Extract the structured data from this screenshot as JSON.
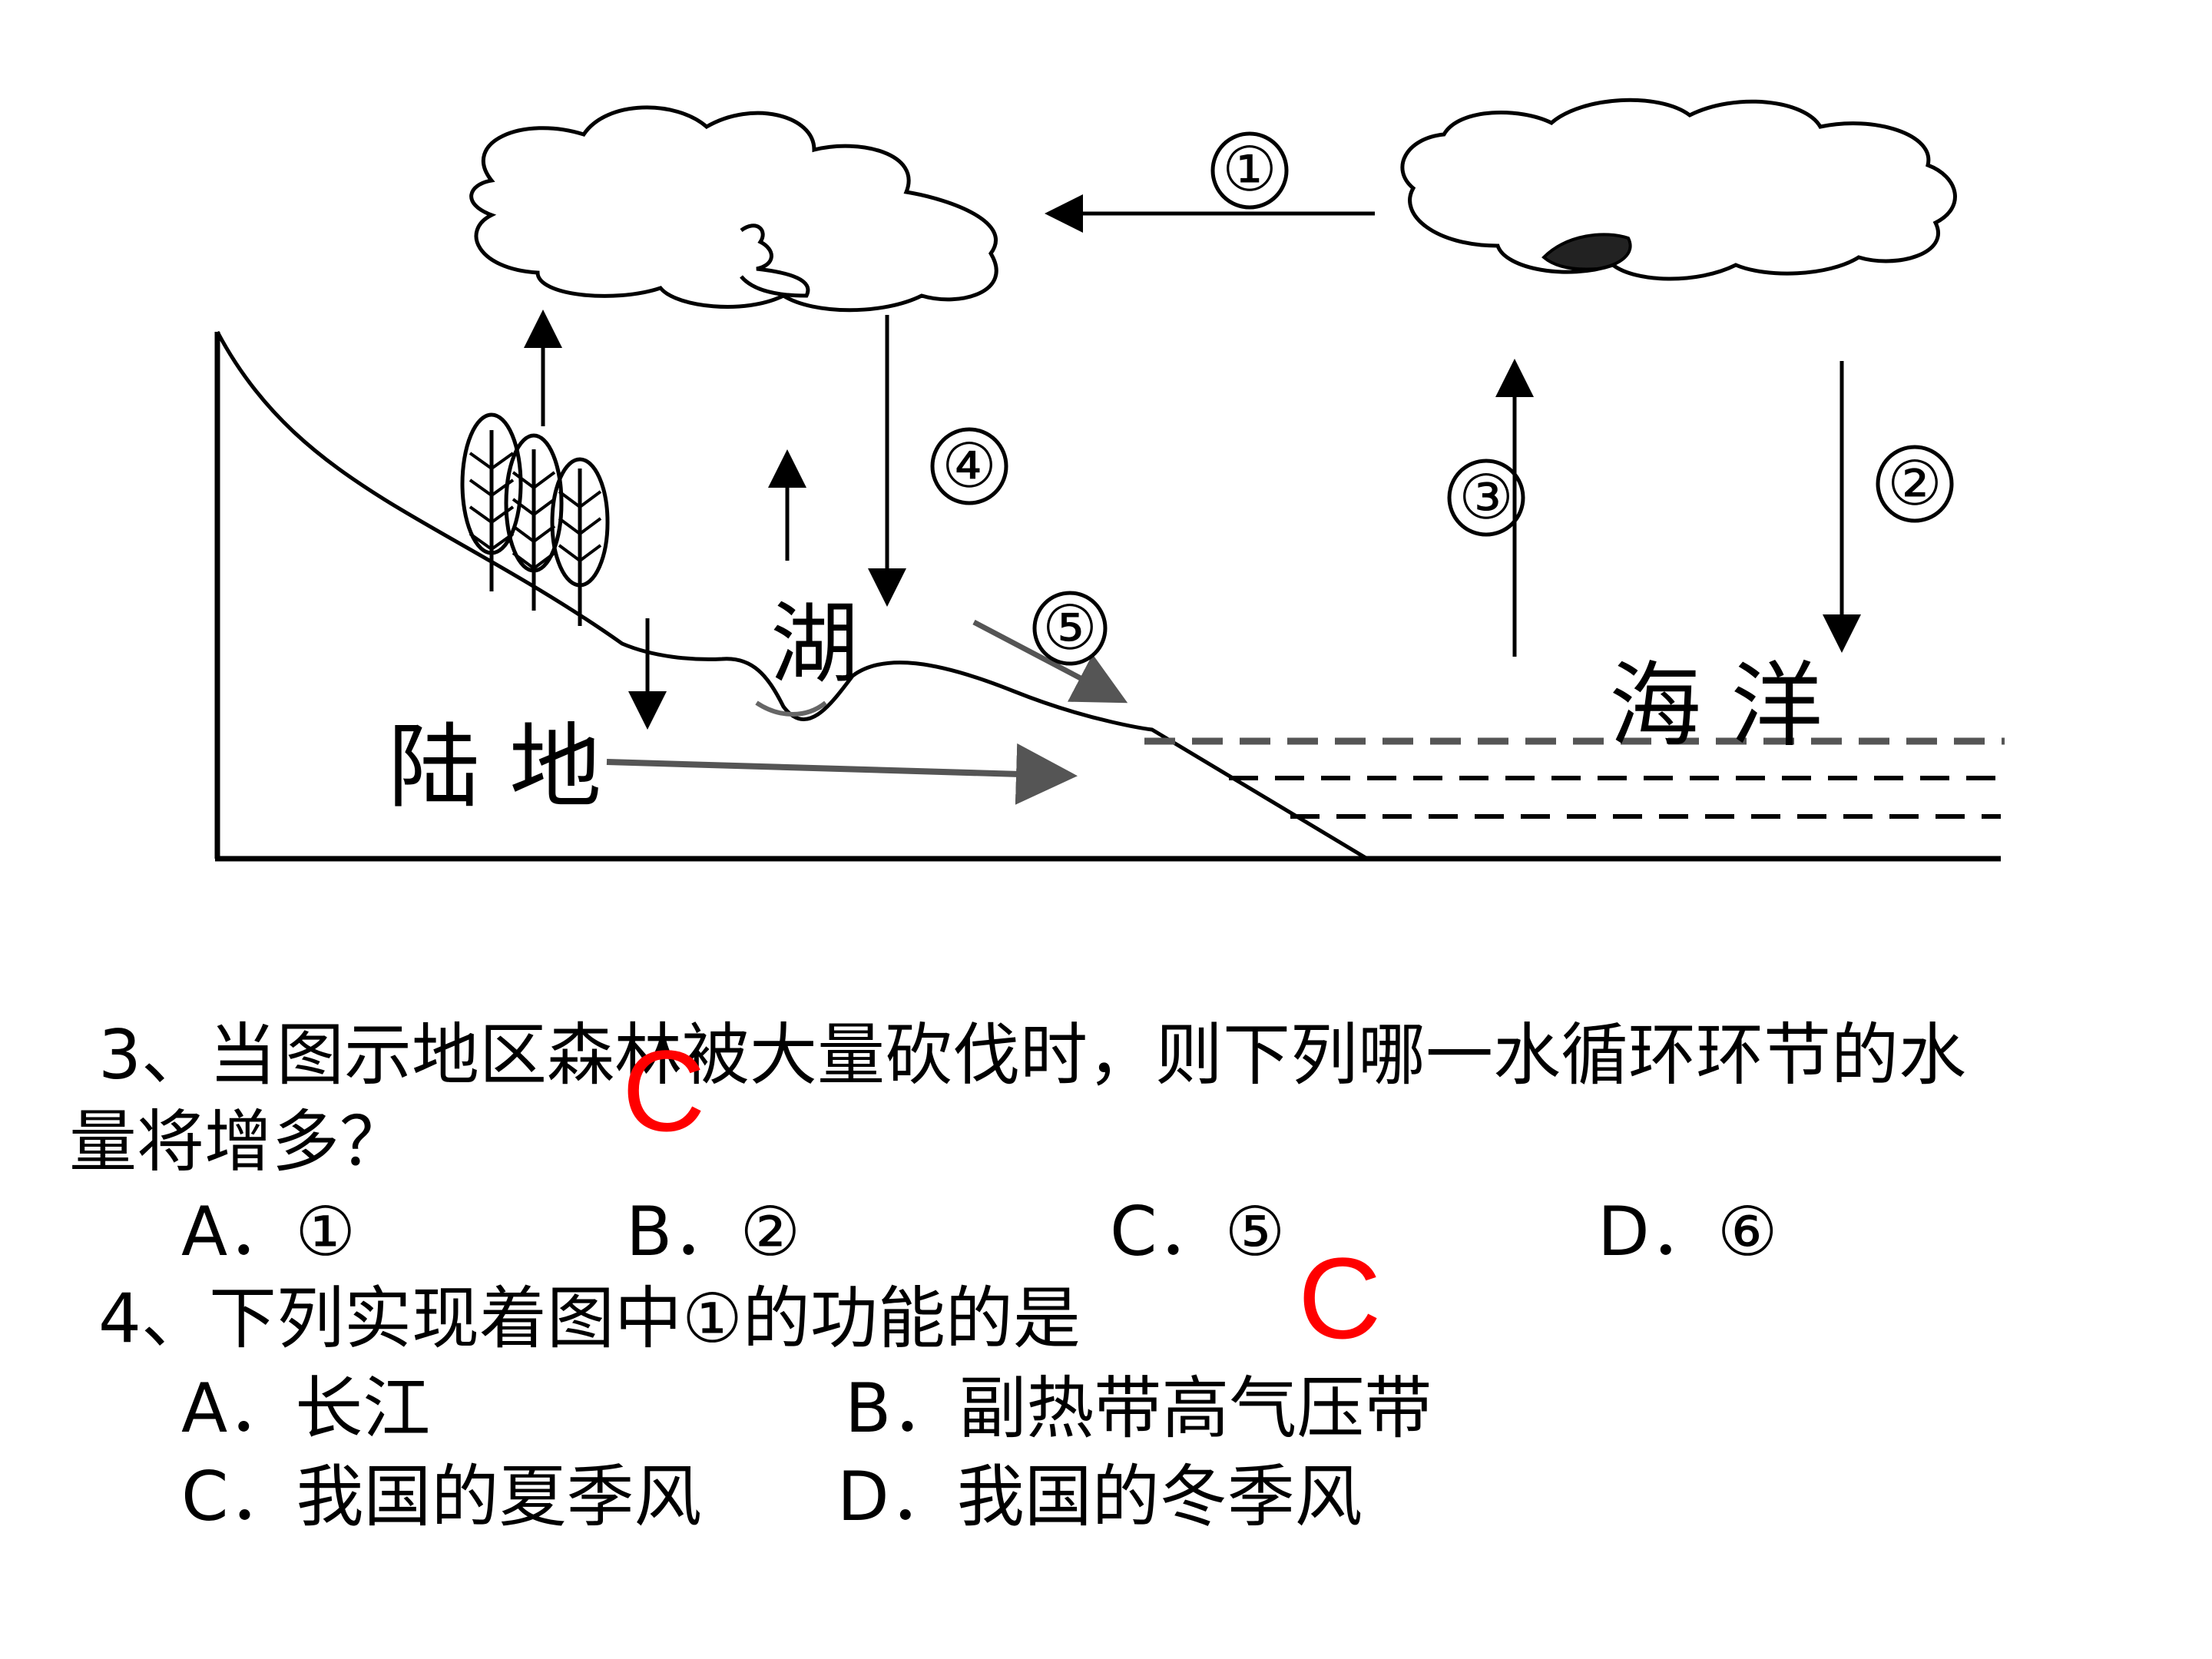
{
  "diagram": {
    "labels": {
      "land": "陆 地",
      "lake": "湖",
      "ocean": "海 洋"
    },
    "arrow_markers": [
      "①",
      "②",
      "③",
      "④",
      "⑤"
    ]
  },
  "questions": [
    {
      "stem_line1": "3、当图示地区森林被大量砍伐时，则下列哪一水循环环节的水",
      "stem_line2": "量将增多？",
      "options": [
        "A．①",
        "B．②",
        "C．⑤",
        "D．⑥"
      ],
      "handwritten_answer": "C"
    },
    {
      "stem": "4、下列实现着图中①的功能的是",
      "options": [
        "A．长江",
        "B．副热带高气压带",
        "C．我国的夏季风",
        "D．我国的冬季风"
      ],
      "handwritten_answer": "C"
    }
  ],
  "colors": {
    "ink": "#000000",
    "answer": "#ff0000",
    "water_dash": "#333333"
  },
  "icons": [
    "cloud-icon",
    "tree-icon",
    "rain-icon"
  ]
}
